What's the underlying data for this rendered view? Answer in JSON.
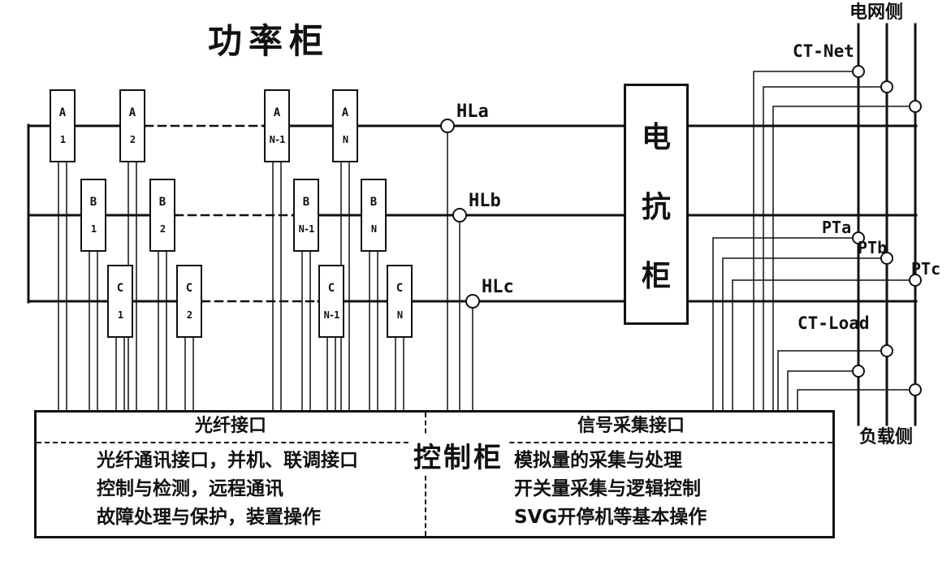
{
  "power_cabinet": {
    "title": "功率柜",
    "modules": [
      {
        "phase": "A",
        "num": "1"
      },
      {
        "phase": "A",
        "num": "2"
      },
      {
        "phase": "A",
        "num": "N-1"
      },
      {
        "phase": "A",
        "num": "N"
      },
      {
        "phase": "B",
        "num": "1"
      },
      {
        "phase": "B",
        "num": "2"
      },
      {
        "phase": "B",
        "num": "N-1"
      },
      {
        "phase": "B",
        "num": "N"
      },
      {
        "phase": "C",
        "num": "1"
      },
      {
        "phase": "C",
        "num": "2"
      },
      {
        "phase": "C",
        "num": "N-1"
      },
      {
        "phase": "C",
        "num": "N"
      }
    ]
  },
  "hl_indicators": {
    "hla": "HLa",
    "hlb": "HLb",
    "hlc": "HLc"
  },
  "reactor_cabinet": {
    "name": "电抗柜",
    "chars": [
      "电",
      "抗",
      "柜"
    ]
  },
  "right_side": {
    "grid_side": "电网侧",
    "load_side": "负载侧",
    "ct_net": "CT-Net",
    "pta": "PTa",
    "ptb": "PTb",
    "ptc": "PTc",
    "ct_load": "CT-Load"
  },
  "control_cabinet": {
    "title": "控制柜",
    "fiber_section": {
      "header": "光纤接口",
      "lines": [
        "光纤通讯接口，并机、联调接口",
        "控制与检测，远程通讯",
        "故障处理与保护，装置操作"
      ]
    },
    "signal_section": {
      "header": "信号采集接口",
      "lines": [
        "模拟量的采集与处理",
        "开关量采集与逻辑控制",
        "SVG开停机等基本操作"
      ]
    }
  }
}
